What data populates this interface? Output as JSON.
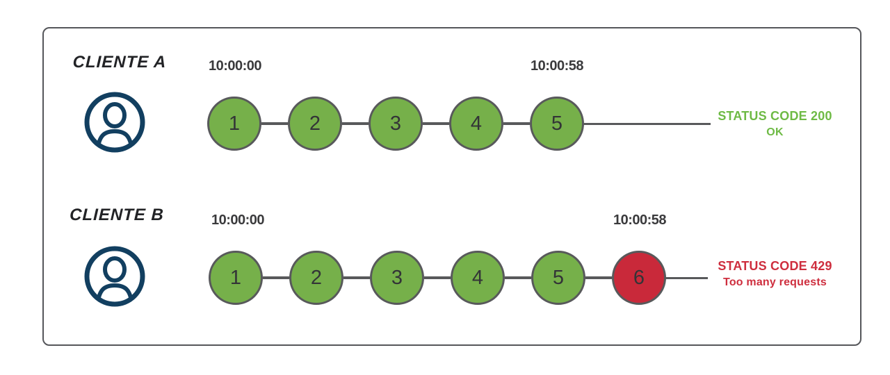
{
  "colors": {
    "green": "#76b04a",
    "red": "#c9293a",
    "line": "#58595b",
    "navy": "#123f60",
    "text-dark": "#3a3a3c",
    "status-green": "#6eba45",
    "status-red": "#ce2e3e"
  },
  "rows": [
    {
      "client": "CLIENTE A",
      "start_time": "10:00:00",
      "end_time": "10:00:58",
      "requests": [
        "1",
        "2",
        "3",
        "4",
        "5"
      ],
      "status": {
        "line1": "STATUS CODE 200",
        "line2": "OK"
      }
    },
    {
      "client": "CLIENTE B",
      "start_time": "10:00:00",
      "end_time": "10:00:58",
      "requests": [
        "1",
        "2",
        "3",
        "4",
        "5",
        "6"
      ],
      "status": {
        "line1": "STATUS CODE 429",
        "line2": "Too many requests"
      }
    }
  ]
}
